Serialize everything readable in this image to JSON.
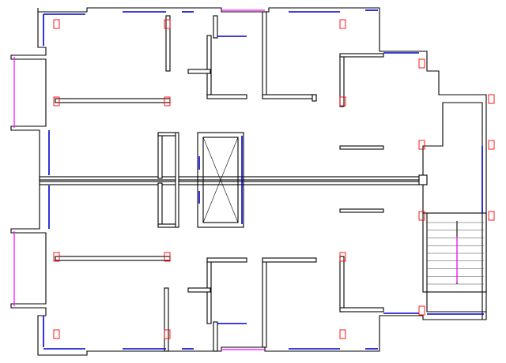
{
  "drawing": {
    "colors": {
      "wall": "#000000",
      "column": "#ff0000",
      "window_blue": "#0000cc",
      "window_pink": "#ff00ff",
      "background": "#ffffff"
    },
    "symbols": [
      "wall-line",
      "structural-column",
      "window-opening",
      "balcony-rail",
      "elevator-shaft",
      "stair-treads"
    ],
    "stair_tread_count": 9,
    "symmetry": "mirrored-about-horizontal-corridor"
  }
}
